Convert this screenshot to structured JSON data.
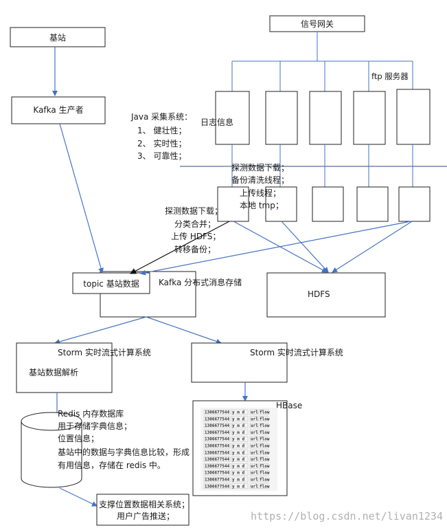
{
  "nodes": {
    "base_station": "基站",
    "kafka_producer": "Kafka 生产者",
    "signal_gateway": "信号网关",
    "ftp_server": "ftp 服务器",
    "log_info": "日志信息",
    "topic": "topic 基站数据",
    "kafka_store": "Kafka 分布式消息存储",
    "hdfs": "HDFS",
    "storm_left": "Storm 实时流式计算系统",
    "storm_left_sub": "基站数据解析",
    "storm_right": "Storm 实时流式计算系统",
    "hbase": "HBase",
    "redis_title": "Redis 内存数据库",
    "redis_lines": [
      "用于存储字典信息；",
      "位置信息；",
      "基站中的数据与字典信息比较，形成",
      "有用信息，存储在 redis 中。"
    ],
    "support_lines": [
      "支撑位置数据相关系统；",
      "用户广告推送；"
    ]
  },
  "java_collect": {
    "title": "Java 采集系统：",
    "items": [
      "1、 健壮性；",
      "2、 实时性；",
      "3、 可靠性；"
    ]
  },
  "probe_right": [
    "探测数据下载；",
    "备份清洗线程；",
    "上传线程；",
    "本地 tmp；"
  ],
  "probe_left": [
    "探测数据下载；",
    "分类合并；",
    "上传 HDFS；",
    "转移备份；"
  ],
  "hbase_rows": [
    [
      "1306677544",
      "y m d",
      "url",
      "flow"
    ],
    [
      "1306677544",
      "y m d",
      "url",
      "flow"
    ],
    [
      "1306677544",
      "y m d",
      "url",
      "flow"
    ],
    [
      "1306677544",
      "y m d",
      "url",
      "flow"
    ],
    [
      "1306677544",
      "y m d",
      "url",
      "flow"
    ],
    [
      "1306677544",
      "y m d",
      "url",
      "flow"
    ],
    [
      "1306677544",
      "y m d",
      "url",
      "flow"
    ],
    [
      "1306677544",
      "y m d",
      "url",
      "flow"
    ],
    [
      "1306677544",
      "y m d",
      "url",
      "flow"
    ],
    [
      "1306677544",
      "y m d",
      "url",
      "flow"
    ],
    [
      "1306677544",
      "y m d",
      "url",
      "flow"
    ],
    [
      "1306677544",
      "y m d",
      "url",
      "flow"
    ]
  ],
  "watermark": "https://blog.csdn.net/livan1234"
}
